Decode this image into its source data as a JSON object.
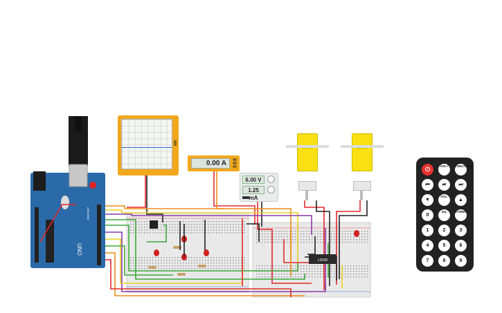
{
  "ammeter": {
    "reading": "0.00 A"
  },
  "power_supply": {
    "voltage": "6.00 V",
    "current": "1.25 mA"
  },
  "motors": [
    {
      "label": "5RPM"
    },
    {
      "label": "5RPM"
    }
  ],
  "ic_chip": {
    "label": "L293D"
  },
  "arduino": {
    "model": "UNO",
    "brand": "ARDUINO"
  },
  "remote": {
    "buttons": [
      {
        "label": "⏻",
        "icon": "power-icon"
      },
      {
        "label": "VOL+",
        "icon": ""
      },
      {
        "label": "FUNC/STOP",
        "icon": ""
      },
      {
        "label": "⏮",
        "icon": "rewind-icon"
      },
      {
        "label": "⏯",
        "icon": "play-pause-icon"
      },
      {
        "label": "⏭",
        "icon": "fast-forward-icon"
      },
      {
        "label": "▼",
        "icon": "down-icon"
      },
      {
        "label": "VOL-",
        "icon": ""
      },
      {
        "label": "▲",
        "icon": "up-icon"
      },
      {
        "label": "0",
        "icon": ""
      },
      {
        "label": "EQ",
        "icon": ""
      },
      {
        "label": "ST/REPT",
        "icon": ""
      },
      {
        "label": "1",
        "icon": ""
      },
      {
        "label": "2",
        "icon": ""
      },
      {
        "label": "3",
        "icon": ""
      },
      {
        "label": "4",
        "icon": ""
      },
      {
        "label": "5",
        "icon": ""
      },
      {
        "label": "6",
        "icon": ""
      },
      {
        "label": "7",
        "icon": ""
      },
      {
        "label": "8",
        "icon": ""
      },
      {
        "label": "9",
        "icon": ""
      }
    ]
  },
  "colors": {
    "arduino": "#2b6aa8",
    "instrument": "#f2a81d",
    "motor": "#f8e012",
    "breadboard": "#e8e8e8",
    "wire_red": "#e0282a",
    "wire_orange": "#f08a18",
    "wire_green": "#3aa83a",
    "wire_purple": "#8a3aa8",
    "wire_yellow": "#e8d020",
    "wire_black": "#202020"
  }
}
